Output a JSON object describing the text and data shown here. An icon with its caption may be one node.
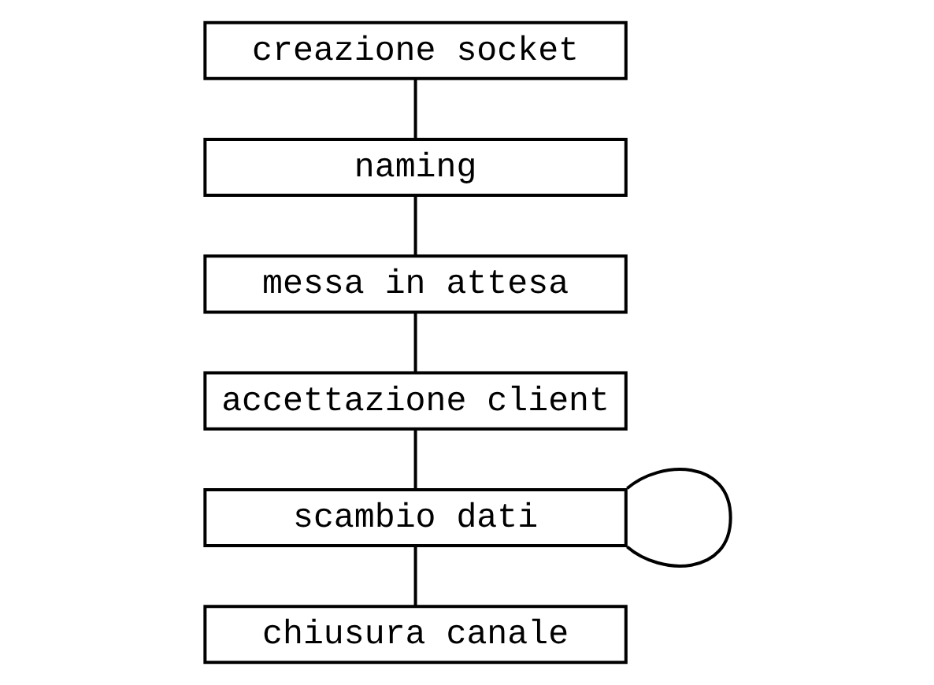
{
  "diagram": {
    "nodes": [
      {
        "text": [
          "creazione socket"
        ]
      },
      {
        "text": [
          "naming"
        ]
      },
      {
        "text": [
          "messa in attesa"
        ]
      },
      {
        "text": [
          "accettazione client"
        ]
      },
      {
        "text": [
          "scambio dati"
        ]
      },
      {
        "text": [
          "chiusura canale"
        ]
      }
    ],
    "edges": [
      {
        "from": 0,
        "to": 1,
        "arrow": "none"
      },
      {
        "from": 1,
        "to": 2,
        "arrow": "none"
      },
      {
        "from": 2,
        "to": 3,
        "arrow": "none"
      },
      {
        "from": 3,
        "to": 4,
        "arrow": "none"
      },
      {
        "from": 4,
        "to": 4,
        "arrow": "none"
      },
      {
        "from": 4,
        "to": 5,
        "arrow": "none"
      }
    ]
  }
}
